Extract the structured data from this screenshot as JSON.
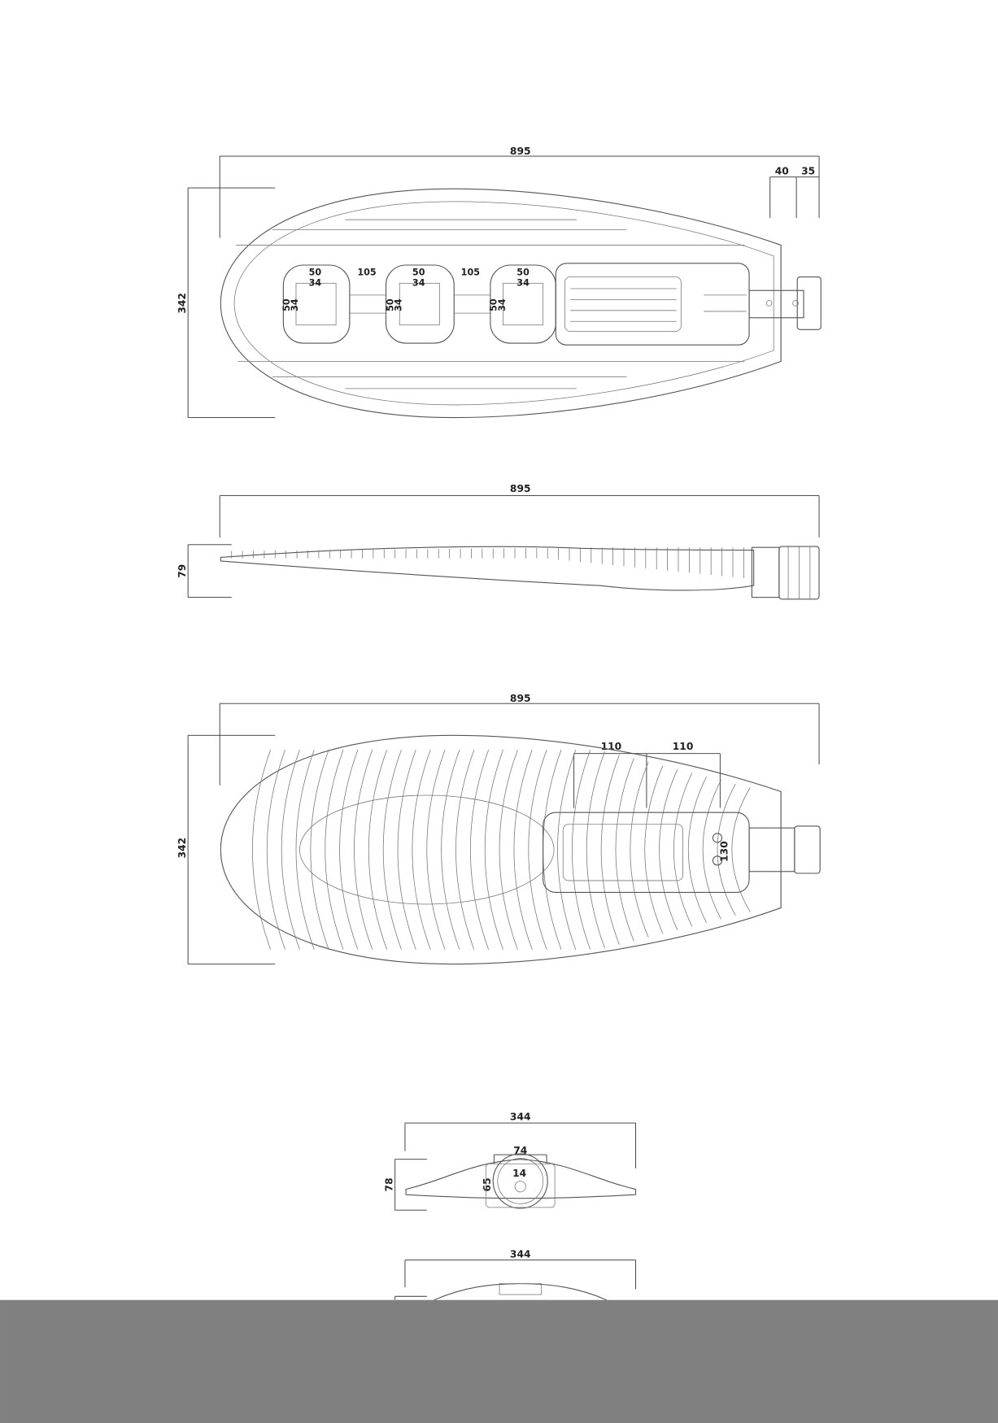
{
  "top_view": {
    "overall_length": "895",
    "bracket_a": "40",
    "bracket_b": "35",
    "width": "342",
    "module_width": "50",
    "module_inner": "34",
    "module_gap_1": "105",
    "module_gap_2": "105",
    "module_height": "50",
    "module_inner_height": "34"
  },
  "side_view": {
    "overall_length": "895",
    "height": "79"
  },
  "bottom_view": {
    "overall_length": "895",
    "width": "342",
    "spacing_1": "110",
    "spacing_2": "110",
    "mount_spacing": "130"
  },
  "end_view": {
    "width": "344",
    "height": "78",
    "pipe_width": "74",
    "hole": "14",
    "pipe_height": "65"
  },
  "end_view_2": {
    "width": "344"
  },
  "colors": {
    "line": "#555555",
    "overlay": "#808080"
  }
}
